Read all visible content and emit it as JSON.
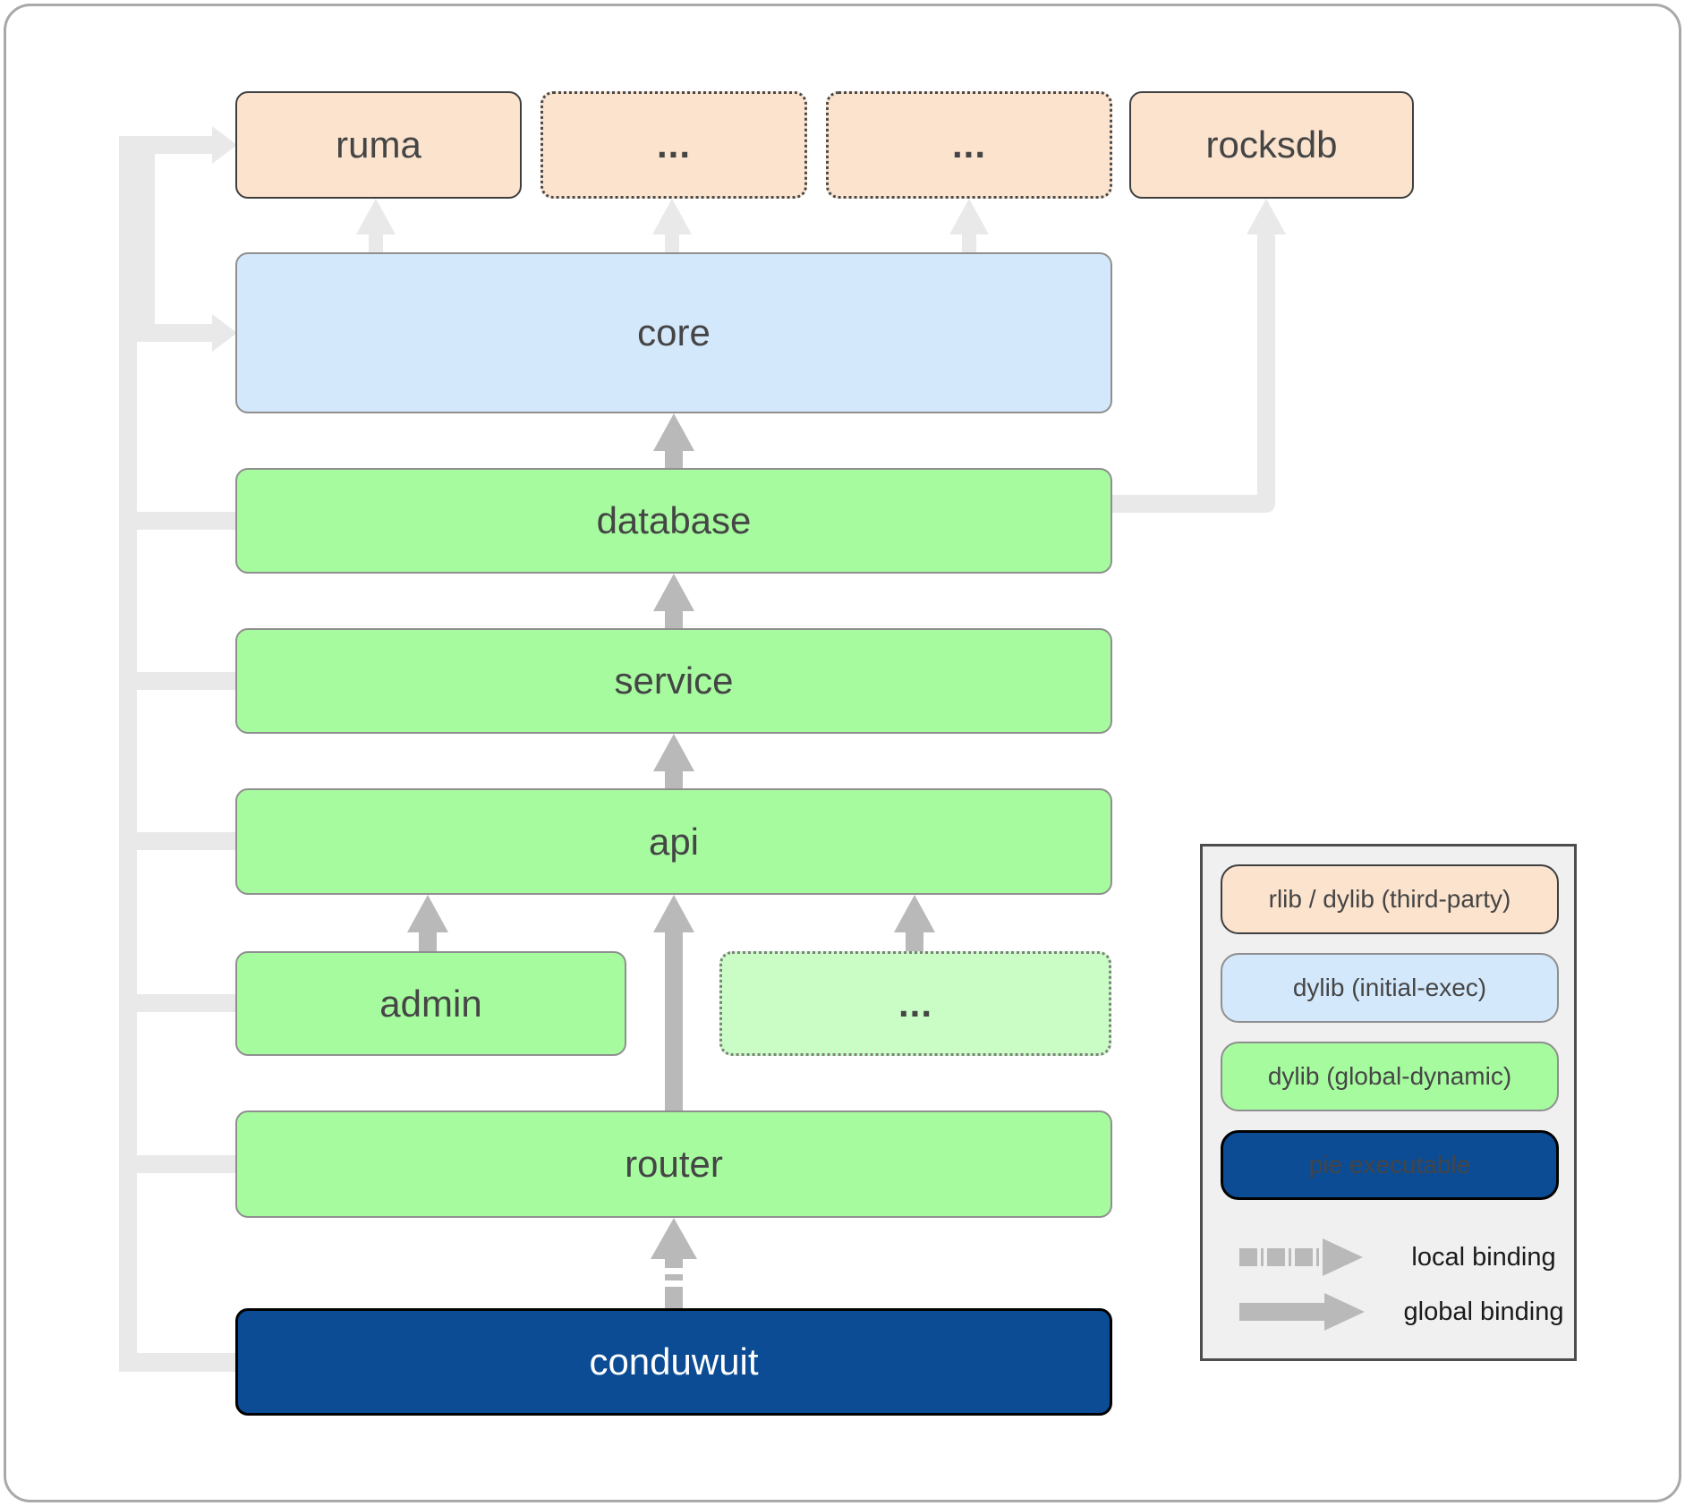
{
  "palette": {
    "third_party_fill": "#fbe3ce",
    "initial_exec_fill": "#d4e8fb",
    "global_dynamic_fill": "#a6fb9f",
    "pale_green_fill": "#cafcc5",
    "pie_executable_fill": "#0b4c95",
    "edge_light": "#e9e9e9",
    "edge_mid": "#b9b9b9",
    "text": "#454545",
    "legend_bg": "#f0f0f0"
  },
  "nodes": {
    "ruma": {
      "label": "ruma",
      "kind": "rlib / dylib (third-party)"
    },
    "third_party_more_1": {
      "label": "...",
      "kind": "rlib / dylib (third-party)"
    },
    "third_party_more_2": {
      "label": "...",
      "kind": "rlib / dylib (third-party)"
    },
    "rocksdb": {
      "label": "rocksdb",
      "kind": "rlib / dylib (third-party)"
    },
    "core": {
      "label": "core",
      "kind": "dylib (initial-exec)"
    },
    "database": {
      "label": "database",
      "kind": "dylib (global-dynamic)"
    },
    "service": {
      "label": "service",
      "kind": "dylib (global-dynamic)"
    },
    "api": {
      "label": "api",
      "kind": "dylib (global-dynamic)"
    },
    "admin": {
      "label": "admin",
      "kind": "dylib (global-dynamic)"
    },
    "modules_more": {
      "label": "...",
      "kind": "dylib (global-dynamic)"
    },
    "router": {
      "label": "router",
      "kind": "dylib (global-dynamic)"
    },
    "conduwuit": {
      "label": "conduwuit",
      "kind": "pie executable"
    }
  },
  "edges": [
    {
      "from": "core",
      "to": "ruma",
      "binding": "global",
      "arrowhead": true
    },
    {
      "from": "core",
      "to": "third_party_more_1",
      "binding": "global",
      "arrowhead": true
    },
    {
      "from": "core",
      "to": "third_party_more_2",
      "binding": "global",
      "arrowhead": true
    },
    {
      "from": "database",
      "to": "rocksdb",
      "binding": "global",
      "arrowhead": true
    },
    {
      "from": "database",
      "to": "core",
      "binding": "global",
      "arrowhead": true
    },
    {
      "from": "service",
      "to": "database",
      "binding": "global",
      "arrowhead": true
    },
    {
      "from": "api",
      "to": "service",
      "binding": "global",
      "arrowhead": true
    },
    {
      "from": "admin",
      "to": "api",
      "binding": "global",
      "arrowhead": true
    },
    {
      "from": "modules_more",
      "to": "api",
      "binding": "global",
      "arrowhead": true
    },
    {
      "from": "router",
      "to": "api",
      "binding": "global",
      "arrowhead": true
    },
    {
      "from": "conduwuit",
      "to": "router",
      "binding": "local",
      "arrowhead": true
    },
    {
      "from": "conduwuit",
      "to": "ruma",
      "binding": "global",
      "arrowhead": true
    },
    {
      "from": "conduwuit",
      "to": "core",
      "binding": "global",
      "arrowhead": true
    },
    {
      "from": "conduwuit",
      "to": "database",
      "binding": "global",
      "arrowhead": false
    },
    {
      "from": "conduwuit",
      "to": "service",
      "binding": "global",
      "arrowhead": false
    },
    {
      "from": "conduwuit",
      "to": "api",
      "binding": "global",
      "arrowhead": false
    },
    {
      "from": "conduwuit",
      "to": "admin",
      "binding": "global",
      "arrowhead": false
    },
    {
      "from": "conduwuit",
      "to": "router",
      "binding": "global",
      "arrowhead": false
    }
  ],
  "legend": {
    "items": [
      {
        "label": "rlib / dylib (third-party)"
      },
      {
        "label": "dylib (initial-exec)"
      },
      {
        "label": "dylib (global-dynamic)"
      },
      {
        "label": "pie executable"
      }
    ],
    "bindings": [
      {
        "label": "local binding",
        "style": "dashed"
      },
      {
        "label": "global binding",
        "style": "solid"
      }
    ]
  }
}
